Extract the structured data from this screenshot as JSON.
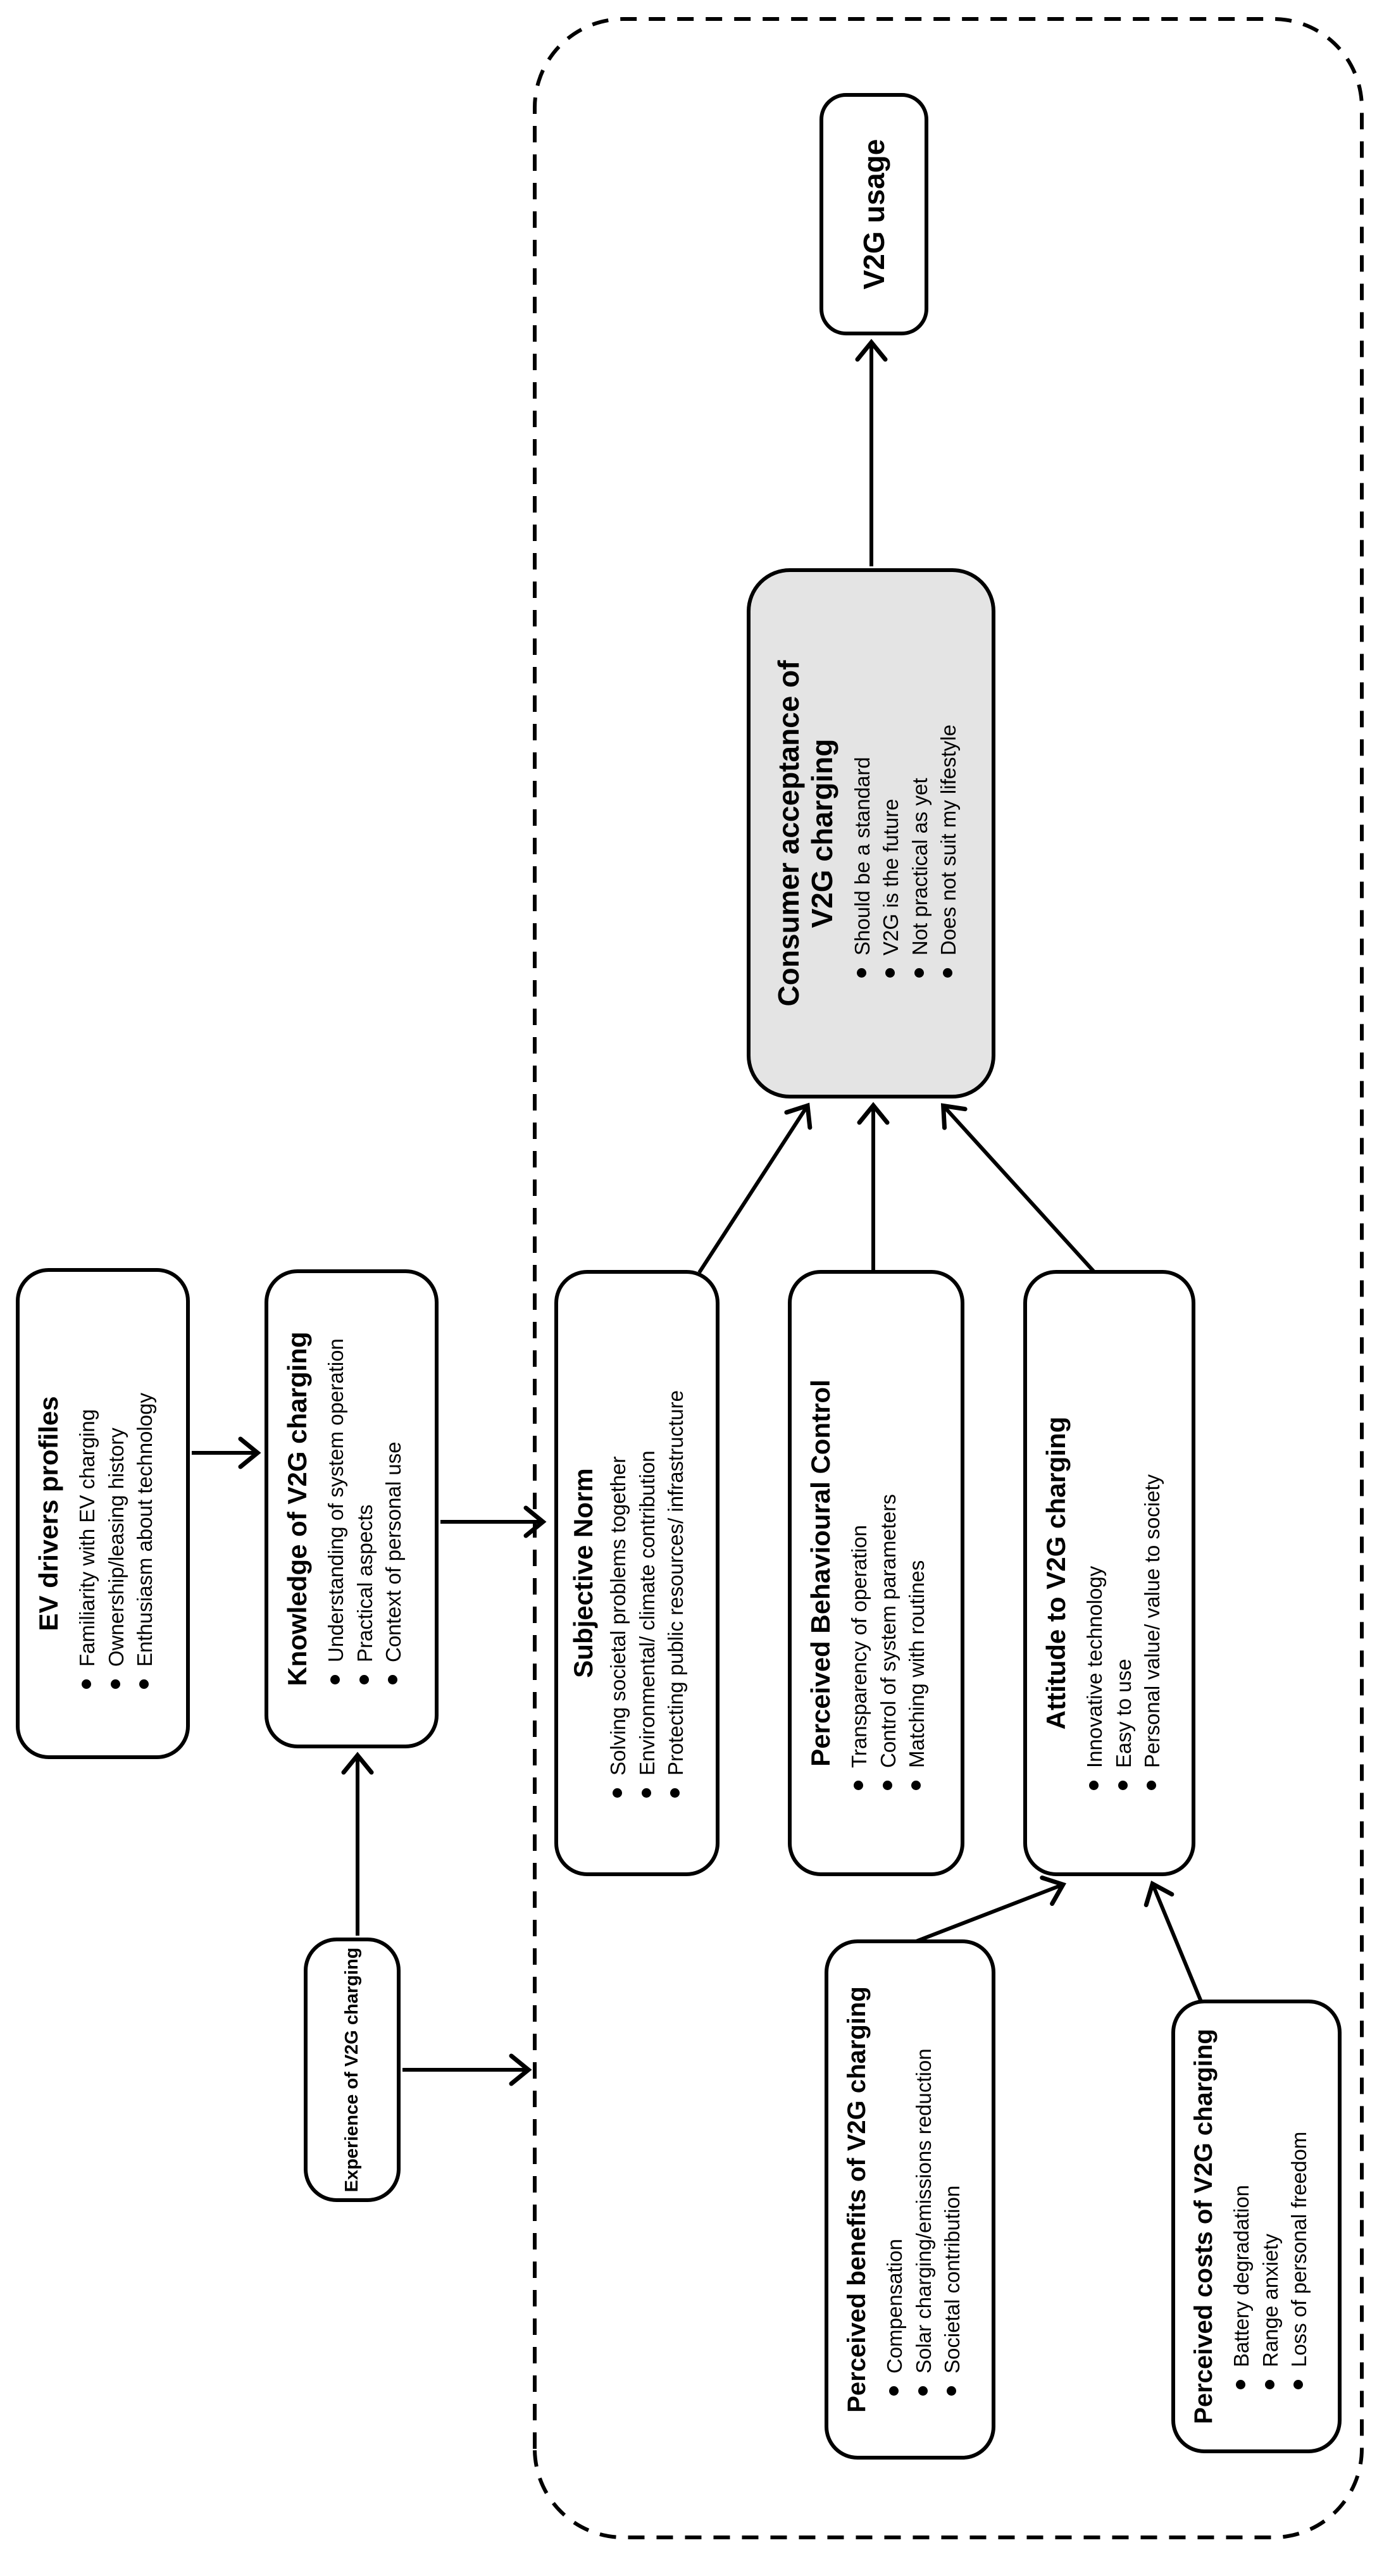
{
  "diagram": {
    "colors": {
      "line": "#000000",
      "box_fill": "#ffffff",
      "acceptance_fill": "#e4e4e4",
      "background": "#ffffff"
    },
    "nodes": {
      "ev_profiles": {
        "title": "EV drivers profiles",
        "bullets": [
          "Familiarity with EV charging",
          "Ownership/leasing history",
          "Enthusiasm about technology"
        ]
      },
      "knowledge": {
        "title": "Knowledge of V2G charging",
        "bullets": [
          "Understanding of system operation",
          "Practical aspects",
          "Context of personal use"
        ]
      },
      "experience": {
        "title": "Experience of V2G charging"
      },
      "subjective_norm": {
        "title": "Subjective Norm",
        "bullets": [
          "Solving societal problems together",
          "Environmental/ climate contribution",
          "Protecting public resources/ infrastructure"
        ]
      },
      "pbc": {
        "title": "Perceived Behavioural Control",
        "bullets": [
          "Transparency of operation",
          "Control of system parameters",
          "Matching with routines"
        ]
      },
      "attitude": {
        "title": "Attitude to V2G charging",
        "bullets": [
          "Innovative technology",
          "Easy to use",
          "Personal value/ value to society"
        ]
      },
      "acceptance": {
        "title_lines": [
          "Consumer acceptance of",
          "V2G charging"
        ],
        "bullets": [
          "Should be a standard",
          "V2G is the future",
          "Not practical as yet",
          "Does not suit my lifestyle"
        ]
      },
      "usage": {
        "title": "V2G usage"
      },
      "benefits": {
        "title": "Perceived benefits of V2G charging",
        "bullets": [
          "Compensation",
          "Solar charging/emissions reduction",
          "Societal contribution"
        ]
      },
      "costs": {
        "title": "Perceived costs of V2G charging",
        "bullets": [
          "Battery degradation",
          "Range anxiety",
          "Loss of personal freedom"
        ]
      }
    },
    "edges": [
      "ev_profiles -> knowledge",
      "experience -> knowledge",
      "experience -> tpb_boundary",
      "knowledge -> subjective_norm",
      "subjective_norm -> acceptance",
      "pbc -> acceptance",
      "attitude -> acceptance",
      "benefits -> attitude",
      "costs -> attitude",
      "acceptance -> usage"
    ]
  }
}
